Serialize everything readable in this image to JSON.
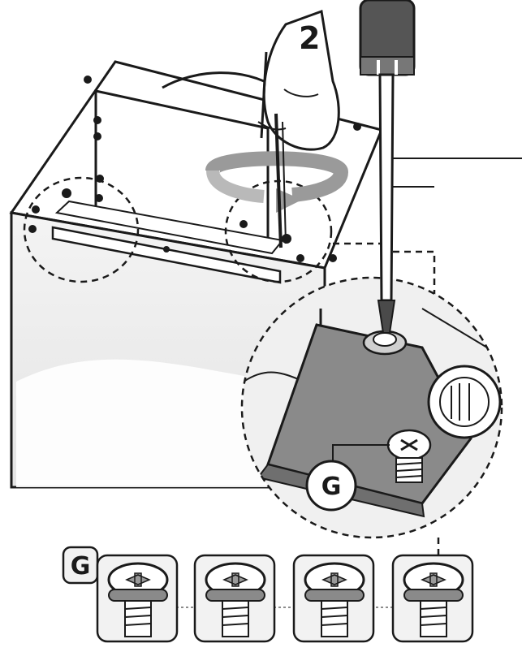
{
  "step": {
    "number": "2"
  },
  "callout": {
    "letter": "G"
  },
  "parts": {
    "label": "G",
    "screw_count": 4
  },
  "colors": {
    "line": "#1a1a1a",
    "panel": "#8a8a8a",
    "panel_dark": "#6f6f6f",
    "cabinet_shade": "#e6e6e6",
    "screwdriver_handle": "#555555",
    "rotation_arrow": "#b9b9b9",
    "tile": "#f2f2f2"
  },
  "icons": [
    "hand-icon",
    "screwdriver-icon",
    "rotation-arrow-icon",
    "screw-icon"
  ]
}
